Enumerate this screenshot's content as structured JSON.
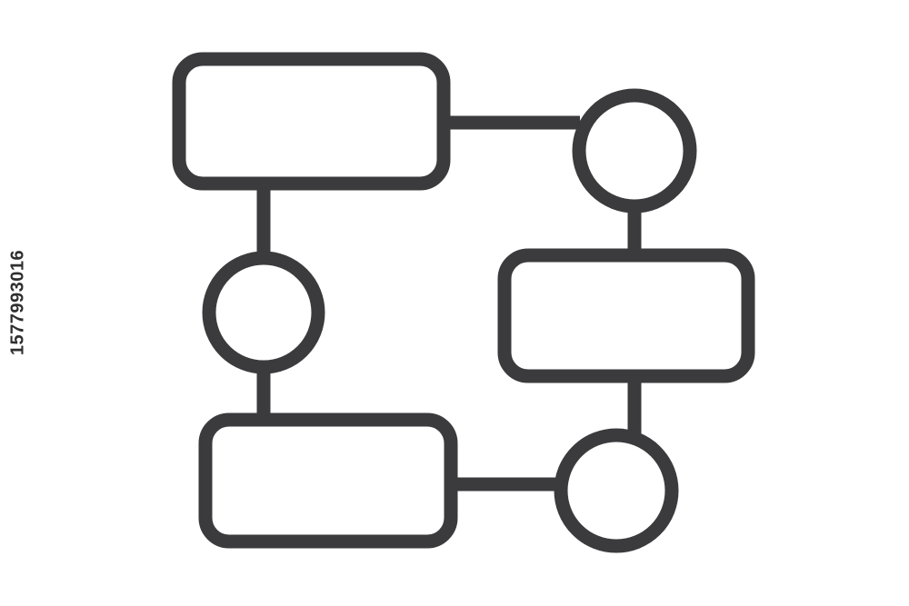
{
  "image": {
    "stock_id": "1577993016"
  },
  "colors": {
    "stroke": "#3b3b3d",
    "fill": "#ffffff",
    "watermark": "#e6e6e6"
  },
  "diagram": {
    "nodes": [
      {
        "id": "rect-top-left",
        "shape": "rounded-rectangle"
      },
      {
        "id": "circle-top-right",
        "shape": "circle"
      },
      {
        "id": "circle-mid-left",
        "shape": "circle"
      },
      {
        "id": "rect-mid-right",
        "shape": "rounded-rectangle"
      },
      {
        "id": "rect-bottom-left",
        "shape": "rounded-rectangle"
      },
      {
        "id": "circle-bottom-right",
        "shape": "circle"
      }
    ],
    "edges": [
      {
        "from": "rect-top-left",
        "to": "circle-top-right"
      },
      {
        "from": "rect-top-left",
        "to": "circle-mid-left"
      },
      {
        "from": "circle-mid-left",
        "to": "rect-bottom-left"
      },
      {
        "from": "circle-top-right",
        "to": "rect-mid-right"
      },
      {
        "from": "rect-mid-right",
        "to": "circle-bottom-right"
      },
      {
        "from": "rect-bottom-left",
        "to": "circle-bottom-right"
      }
    ]
  }
}
